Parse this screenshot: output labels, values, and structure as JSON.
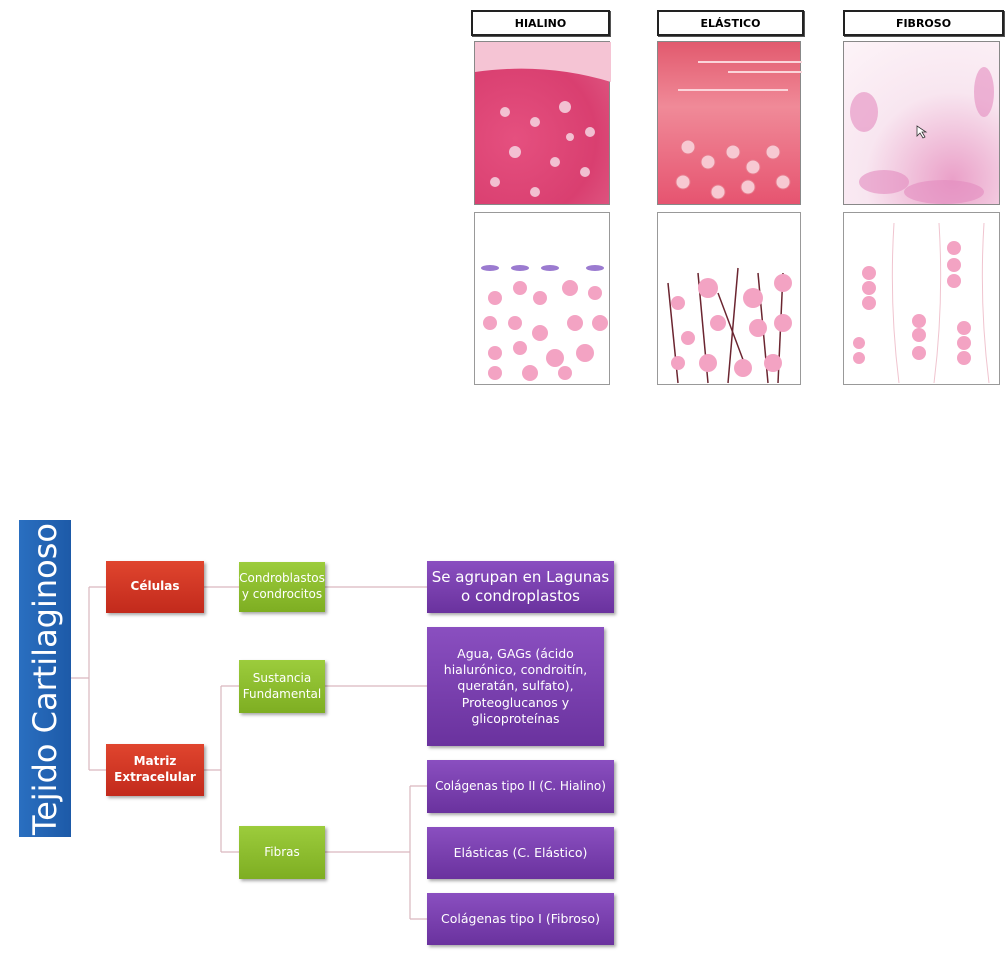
{
  "histology": {
    "columns": [
      {
        "label": "HIALINO"
      },
      {
        "label": "ELÁSTICO"
      },
      {
        "label": "FIBROSO"
      }
    ]
  },
  "diagram": {
    "title": "Tejido Cartilaginoso",
    "level1": {
      "cells": "Células",
      "matrix": "Matriz Extracelular"
    },
    "level2": {
      "cells": "Condroblastos y condrocitos",
      "ground": "Sustancia Fundamental",
      "fibers": "Fibras"
    },
    "level3": {
      "cells": "Se agrupan en Lagunas o condroplastos",
      "ground": "Agua, GAGs (ácido hialurónico, condroitín, queratán, sulfato), Proteoglucanos y glicoproteínas",
      "fiber_types": [
        "Colágenas tipo II (C. Hialino)",
        "Elásticas (C. Elástico)",
        "Colágenas tipo I (Fibroso)"
      ]
    },
    "colors": {
      "title": "#1d5aa8",
      "level1": "#c22a1c",
      "level2": "#8cbd2e",
      "level3": "#7340a8"
    }
  }
}
